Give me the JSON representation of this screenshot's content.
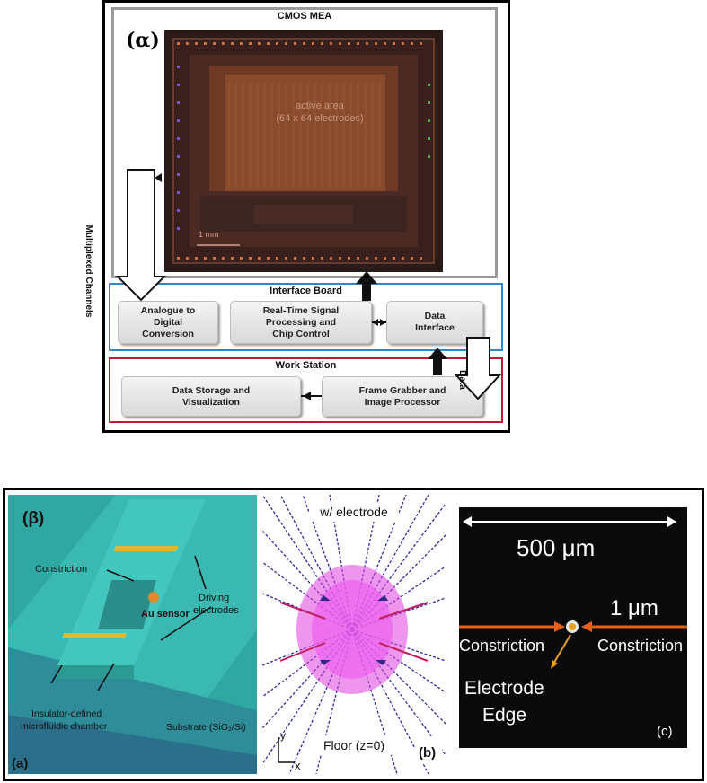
{
  "alpha": {
    "panel_label": "(α)",
    "cmos_mea_title": "CMOS MEA",
    "active_area_line1": "active area",
    "active_area_line2": "(64 x 64 electrodes)",
    "scale_bar_label": "1 mm",
    "multiplexed_channels_label": "Multiplexed Channels",
    "interface_board_title": "Interface Board",
    "adc_block": "Analogue to\nDigital\nConversion",
    "realtime_block": "Real-Time Signal\nProcessing and\nChip Control",
    "data_interface_block": "Data\nInterface",
    "data_arrow_label": "Data",
    "work_station_title": "Work Station",
    "storage_block": "Data Storage and\nVisualization",
    "frame_grabber_block": "Frame Grabber and\nImage Processor",
    "colors": {
      "mea_frame": "#9a9a9a",
      "interface_frame": "#2f86c2",
      "work_frame": "#c01a2e"
    }
  },
  "beta": {
    "panel_label": "(β)",
    "panel_a": {
      "label": "(a)",
      "constriction": "Constriction",
      "au_sensor": "Au sensor",
      "driving_electrodes_line1": "Driving",
      "driving_electrodes_line2": "electrodes",
      "chamber_line1": "Insulator-defined",
      "chamber_line2": "microfluidic chamber",
      "substrate": "Substrate (SiO₂/Si)"
    },
    "panel_b": {
      "label": "(b)",
      "top_text": "w/ electrode",
      "bottom_text": "Floor (z=0)",
      "axis_y": "y",
      "axis_x": "x"
    },
    "panel_c": {
      "label": "(c)",
      "scale_500": "500 μm",
      "scale_1": "1 μm",
      "constriction_left": "Constriction",
      "constriction_right": "Constriction",
      "electrode_line1": "Electrode",
      "electrode_line2": "Edge"
    }
  }
}
